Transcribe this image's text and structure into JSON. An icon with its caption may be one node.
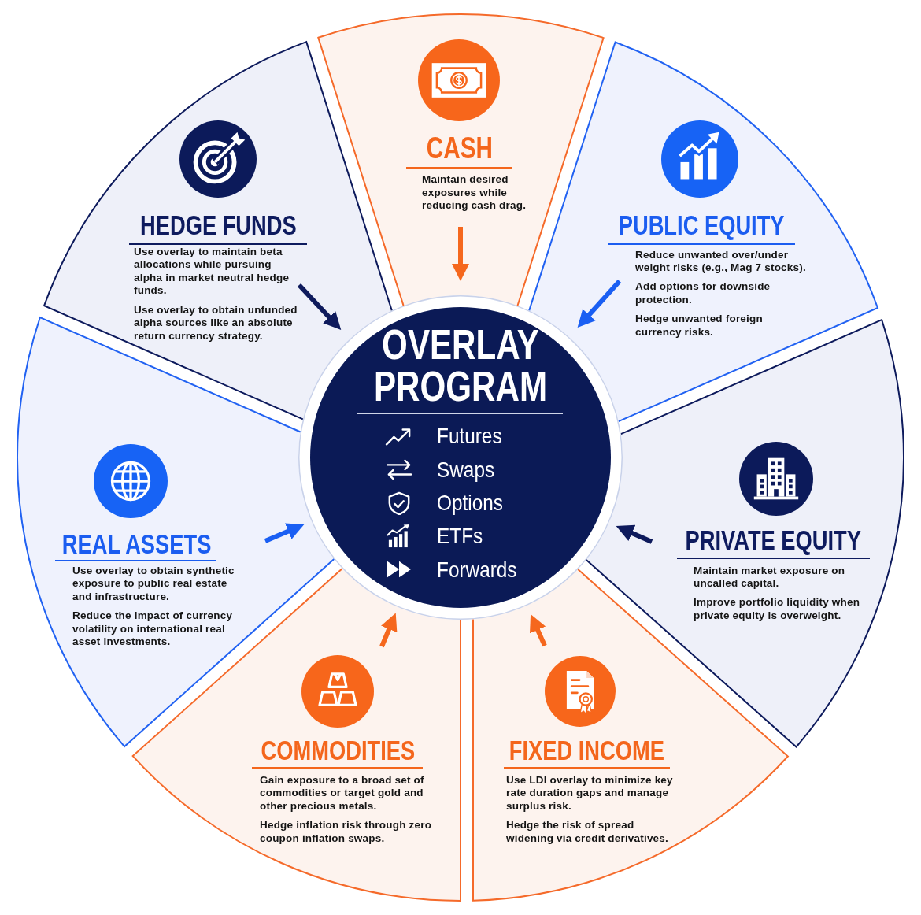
{
  "diagram": {
    "nodes": [
      {
        "text": [
          "OVERLAY PROGRAM",
          "Futures",
          "Swaps",
          "Options",
          "ETFs",
          "Forwards"
        ]
      },
      {
        "text": [
          "CASH",
          "Maintain desired exposures while reducing cash drag."
        ]
      },
      {
        "text": [
          "PUBLIC EQUITY",
          "Reduce unwanted over/under weight risks (e.g., Mag 7 stocks).",
          "Add options for downside protection.",
          "Hedge unwanted foreign currency risks."
        ]
      },
      {
        "text": [
          "PRIVATE EQUITY",
          "Maintain market exposure on uncalled capital.",
          "Improve portfolio liquidity when private equity is overweight."
        ]
      },
      {
        "text": [
          "FIXED INCOME",
          "Use LDI overlay to minimize key rate duration gaps and manage surplus risk.",
          "Hedge the risk of spread widening via credit derivatives."
        ]
      },
      {
        "text": [
          "COMMODITIES",
          "Gain exposure to a broad set of commodities or target gold and other precious metals.",
          "Hedge inflation risk through zero coupon inflation swaps."
        ]
      },
      {
        "text": [
          "REAL ASSETS",
          "Use overlay to obtain synthetic exposure to public real estate and infrastructure.",
          "Reduce the impact of currency volatility on international real asset investments."
        ]
      },
      {
        "text": [
          "HEDGE FUNDS",
          "Use overlay to maintain beta allocations while pursuing alpha in market neutral hedge funds.",
          "Use overlay to obtain unfunded alpha sources like an absolute return currency strategy."
        ]
      }
    ],
    "edges": [
      {
        "from": 1,
        "to": 0,
        "arrow": "to"
      },
      {
        "from": 2,
        "to": 0,
        "arrow": "to",
        "color": "#1a5ff3"
      },
      {
        "from": 3,
        "to": 0,
        "arrow": "to",
        "color": "#0e1a5c"
      },
      {
        "from": 4,
        "to": 0,
        "arrow": "to"
      },
      {
        "from": 5,
        "to": 0,
        "arrow": "to"
      },
      {
        "from": 6,
        "to": 0,
        "arrow": "to",
        "color": "#1a5ff3"
      },
      {
        "from": 7,
        "to": 0,
        "arrow": "to",
        "color": "#0e1a5c"
      }
    ]
  }
}
